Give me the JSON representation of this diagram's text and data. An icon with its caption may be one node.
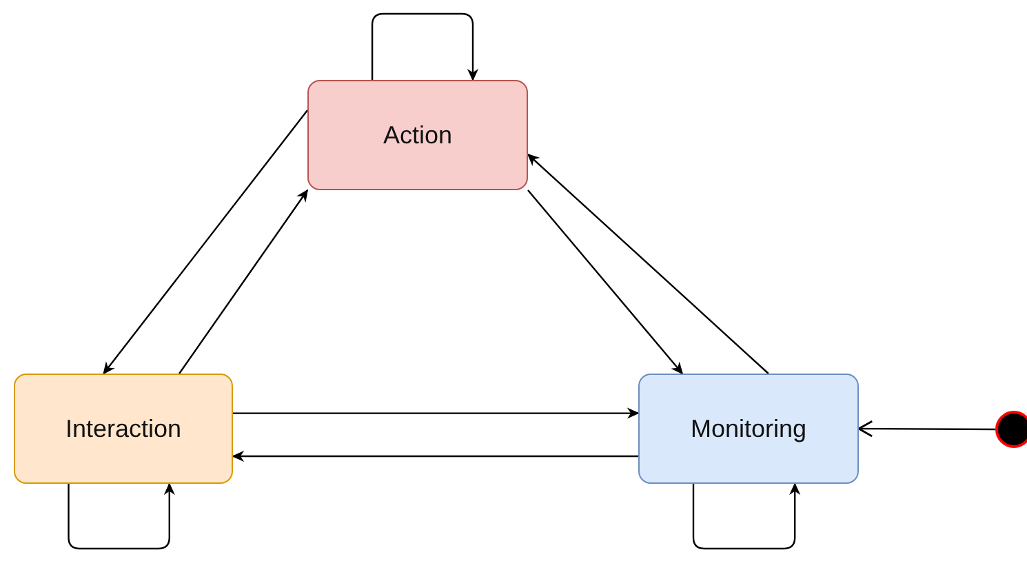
{
  "diagram": {
    "nodes": [
      {
        "text": [
          "Action"
        ]
      },
      {
        "text": [
          "Interaction"
        ]
      },
      {
        "text": [
          "Monitoring"
        ]
      },
      {
        "text": [],
        "shape": "circle"
      }
    ],
    "edges": [
      {
        "from": 0,
        "to": 0,
        "arrow": "to"
      },
      {
        "from": 0,
        "to": 1,
        "arrow": "to"
      },
      {
        "from": 1,
        "to": 0,
        "arrow": "to"
      },
      {
        "from": 0,
        "to": 2,
        "arrow": "to"
      },
      {
        "from": 2,
        "to": 0,
        "arrow": "to"
      },
      {
        "from": 1,
        "to": 2,
        "arrow": "to"
      },
      {
        "from": 2,
        "to": 1,
        "arrow": "to"
      },
      {
        "from": 1,
        "to": 1,
        "arrow": "to"
      },
      {
        "from": 2,
        "to": 2,
        "arrow": "to"
      },
      {
        "from": 3,
        "to": 2,
        "arrow": "to"
      }
    ]
  }
}
